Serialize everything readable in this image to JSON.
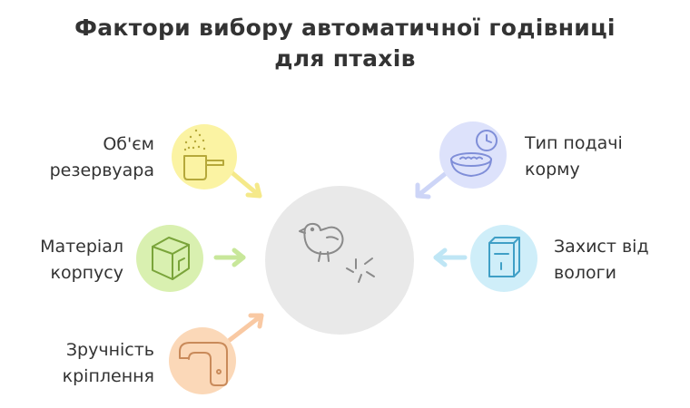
{
  "title": {
    "line1": "Фактори вибору автоматичної годівниці",
    "line2": "для птахів"
  },
  "factors": [
    {
      "id": "volume",
      "line1": "Об'єм",
      "line2": "резервуара",
      "icon": "measuring-cup-icon",
      "color": "#fbf3a3"
    },
    {
      "id": "material",
      "line1": "Матеріал",
      "line2": "корпусу",
      "icon": "cube-material-icon",
      "color": "#d9f0b0"
    },
    {
      "id": "mounting",
      "line1": "Зручність",
      "line2": "кріплення",
      "icon": "wall-hook-icon",
      "color": "#fbd8b8"
    },
    {
      "id": "feed-type",
      "line1": "Тип подачі",
      "line2": "корму",
      "icon": "timed-bowl-icon",
      "color": "#dde2fb"
    },
    {
      "id": "moisture",
      "line1": "Захист від",
      "line2": "вологи",
      "icon": "waterproof-box-icon",
      "color": "#cfeef9"
    }
  ],
  "center": {
    "icon": "bird-pecking-icon",
    "color": "#e8e8e8"
  }
}
